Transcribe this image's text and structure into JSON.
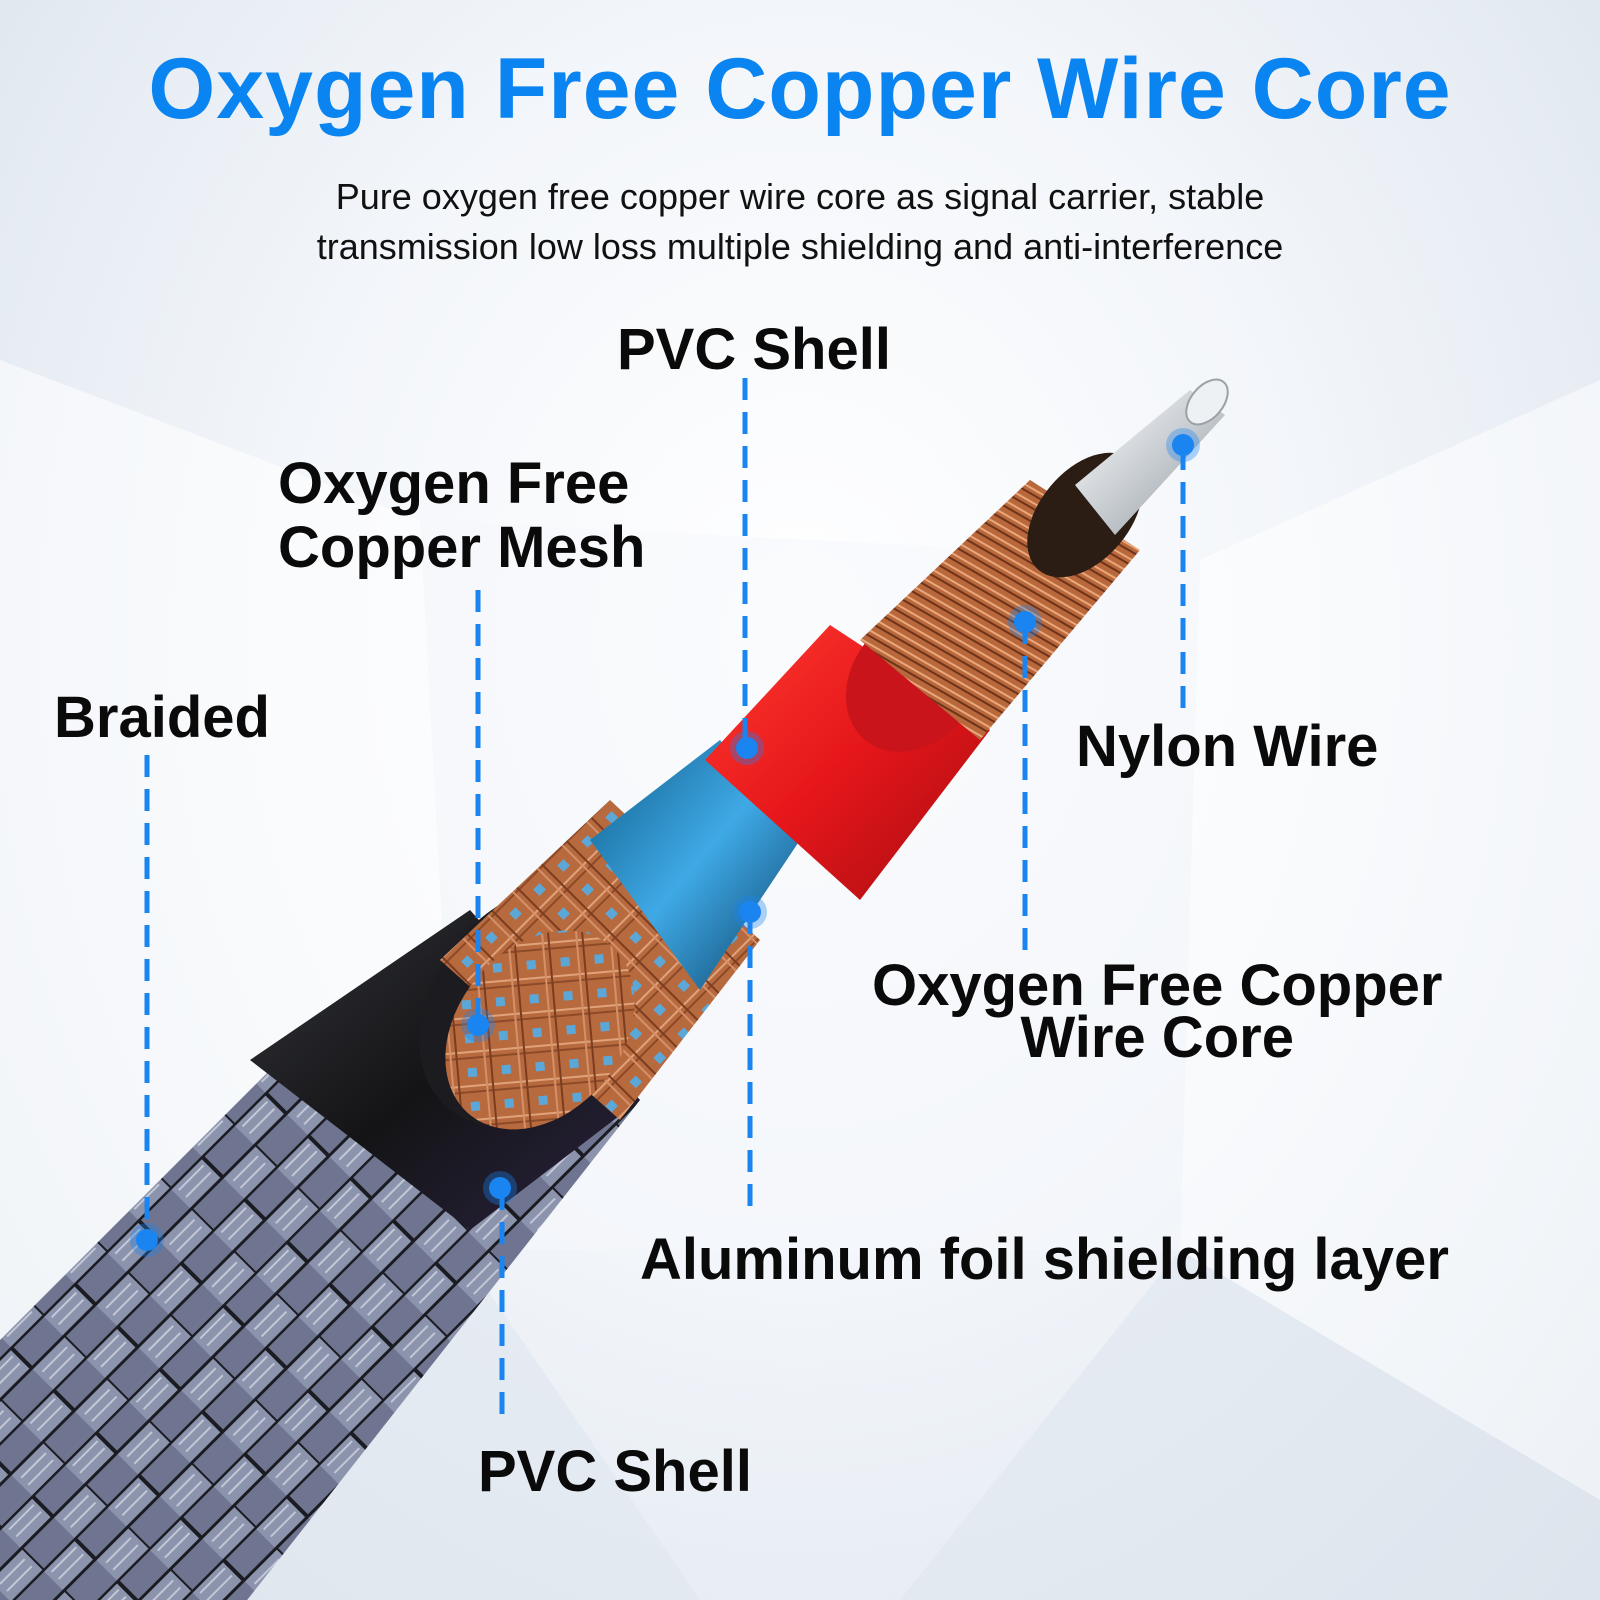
{
  "header": {
    "title": "Oxygen Free Copper Wire Core",
    "subtitle_lines": [
      "Pure oxygen free copper wire core as signal carrier, stable",
      "transmission low loss multiple shielding and anti-interference"
    ]
  },
  "colors": {
    "title": "#0a84f0",
    "leader": "#1a84f0",
    "label_text": "#0a0a0a",
    "red_insulation": "#e5161a",
    "copper": "#b8683a",
    "black_jacket": "#141416",
    "braid": "#6f7590",
    "foil": "#3fa9e6",
    "nylon_core": "#d8dcdf"
  },
  "callouts": [
    {
      "id": "pvc-shell-top",
      "lines": [
        "PVC Shell"
      ]
    },
    {
      "id": "copper-mesh",
      "lines": [
        "Oxygen Free",
        "Copper Mesh"
      ]
    },
    {
      "id": "braided",
      "lines": [
        "Braided"
      ]
    },
    {
      "id": "nylon-wire",
      "lines": [
        "Nylon Wire"
      ]
    },
    {
      "id": "copper-core",
      "lines": [
        "Oxygen Free Copper",
        "Wire Core"
      ]
    },
    {
      "id": "aluminum-foil",
      "lines": [
        "Aluminum foil shielding layer"
      ]
    },
    {
      "id": "pvc-shell-bottom",
      "lines": [
        "PVC Shell"
      ]
    }
  ]
}
